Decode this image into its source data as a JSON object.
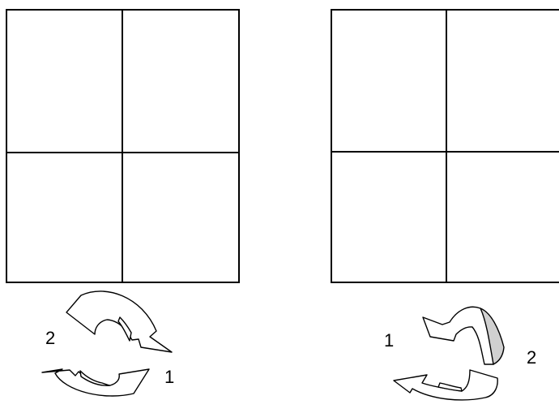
{
  "colors": {
    "line": "#000000",
    "background": "#ffffff",
    "arrow_fill": "#ffffff",
    "arrow_shade": "#d0d0d0"
  },
  "left_panel": {
    "grid": {
      "rows": 2,
      "cols": 2
    },
    "step_labels": {
      "first": "1",
      "second": "2"
    }
  },
  "right_panel": {
    "grid": {
      "rows": 2,
      "cols": 2
    },
    "step_labels": {
      "first": "1",
      "second": "2"
    }
  },
  "icons": [
    "curved-arrow-icon",
    "curved-arrow-icon",
    "curved-arrow-icon",
    "curved-arrow-icon"
  ]
}
